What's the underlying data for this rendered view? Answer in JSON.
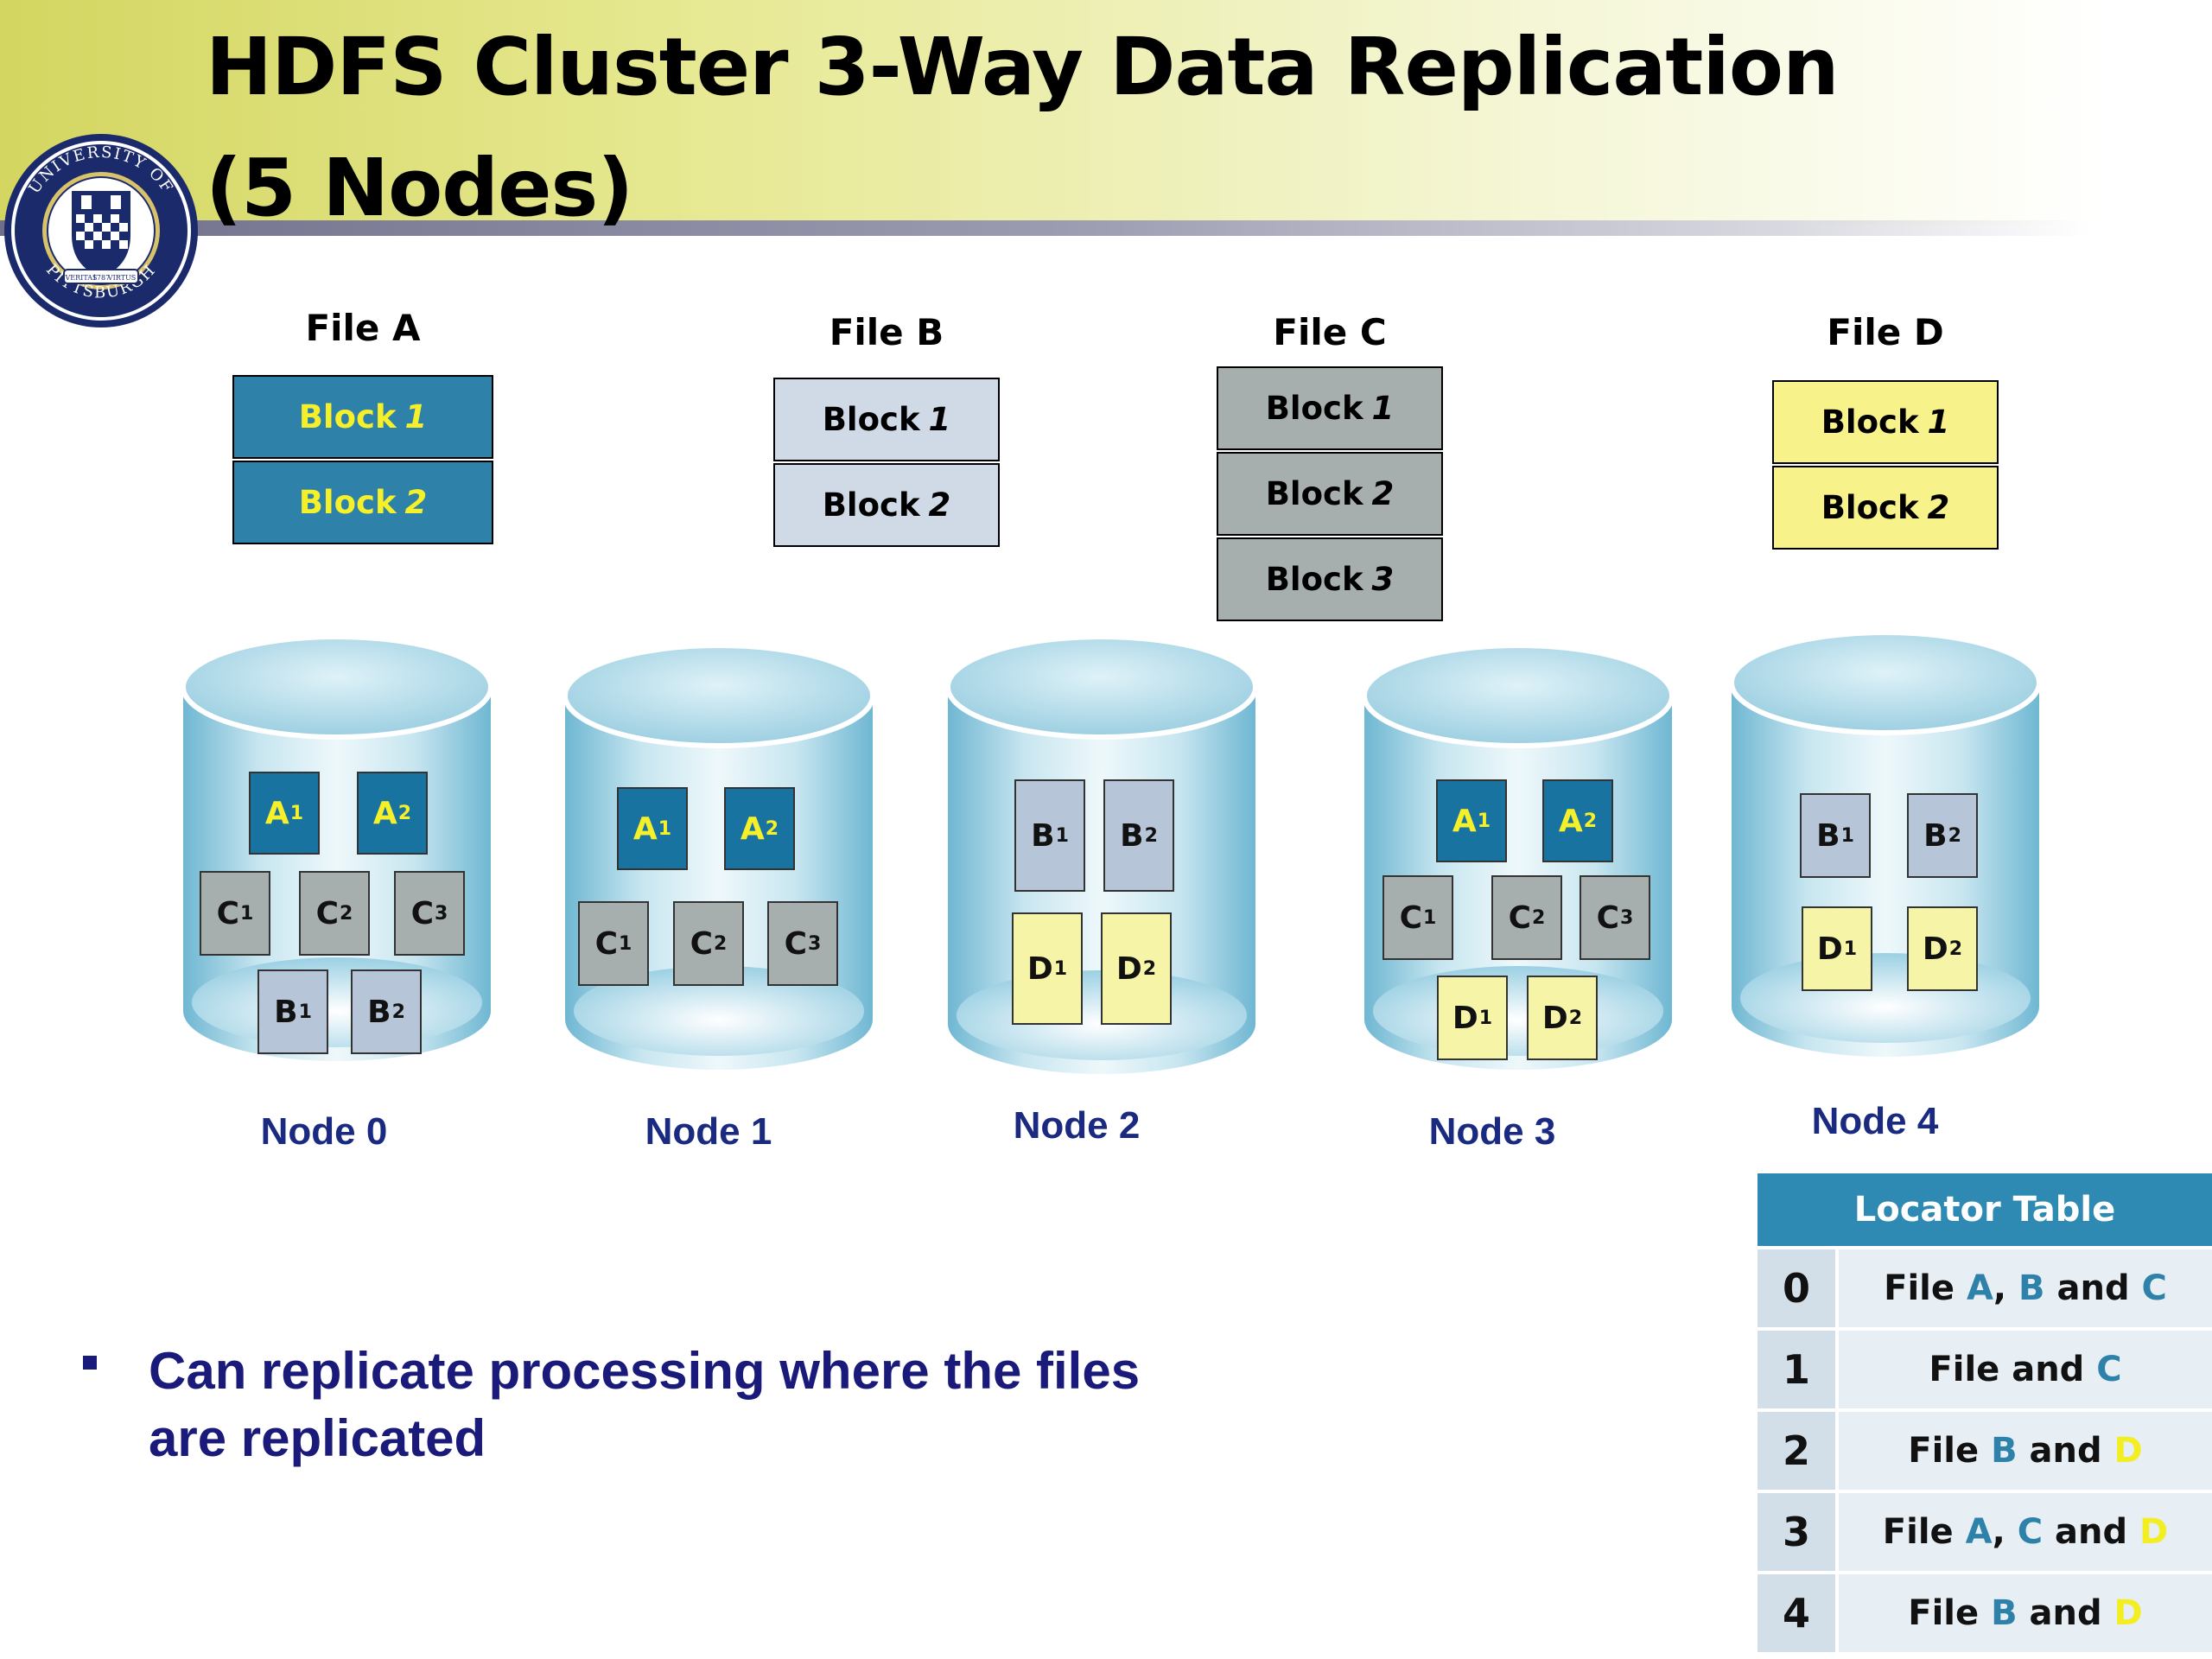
{
  "title": {
    "line1": "HDFS Cluster 3-Way Data Replication",
    "line2": "(5 Nodes)"
  },
  "logo": {
    "ring_text_top": "UNIVERSITY OF",
    "ring_text_bottom": "PITTSBURGH",
    "ribbon_left": "VERITAS",
    "ribbon_right": "VIRTUS",
    "year": "1787"
  },
  "colors": {
    "file_a": "#2e82aa",
    "file_b": "#cfdae6",
    "file_c": "#a7afae",
    "file_d": "#f7f28a",
    "node_label": "#1a2a80",
    "bullet_text": "#1a1a7a",
    "locator_header": "#2e8ab3"
  },
  "files": [
    {
      "name": "File A",
      "key": "A",
      "blocks": [
        {
          "word": "Block",
          "num": "1"
        },
        {
          "word": "Block",
          "num": "2"
        }
      ]
    },
    {
      "name": "File B",
      "key": "B",
      "blocks": [
        {
          "word": "Block",
          "num": "1"
        },
        {
          "word": "Block",
          "num": "2"
        }
      ]
    },
    {
      "name": "File C",
      "key": "C",
      "blocks": [
        {
          "word": "Block",
          "num": "1"
        },
        {
          "word": "Block",
          "num": "2"
        },
        {
          "word": "Block",
          "num": "3"
        }
      ]
    },
    {
      "name": "File D",
      "key": "D",
      "blocks": [
        {
          "word": "Block",
          "num": "1"
        },
        {
          "word": "Block",
          "num": "2"
        }
      ]
    }
  ],
  "nodes": [
    {
      "label": "Node 0",
      "chips": [
        {
          "letter": "A",
          "sub": "1"
        },
        {
          "letter": "A",
          "sub": "2"
        },
        {
          "letter": "C",
          "sub": "1"
        },
        {
          "letter": "C",
          "sub": "2"
        },
        {
          "letter": "C",
          "sub": "3"
        },
        {
          "letter": "B",
          "sub": "1"
        },
        {
          "letter": "B",
          "sub": "2"
        }
      ]
    },
    {
      "label": "Node 1",
      "chips": [
        {
          "letter": "A",
          "sub": "1"
        },
        {
          "letter": "A",
          "sub": "2"
        },
        {
          "letter": "C",
          "sub": "1"
        },
        {
          "letter": "C",
          "sub": "2"
        },
        {
          "letter": "C",
          "sub": "3"
        }
      ]
    },
    {
      "label": "Node 2",
      "chips": [
        {
          "letter": "B",
          "sub": "1"
        },
        {
          "letter": "B",
          "sub": "2"
        },
        {
          "letter": "D",
          "sub": "1"
        },
        {
          "letter": "D",
          "sub": "2"
        }
      ]
    },
    {
      "label": "Node 3",
      "chips": [
        {
          "letter": "A",
          "sub": "1"
        },
        {
          "letter": "A",
          "sub": "2"
        },
        {
          "letter": "C",
          "sub": "1"
        },
        {
          "letter": "C",
          "sub": "2"
        },
        {
          "letter": "C",
          "sub": "3"
        },
        {
          "letter": "D",
          "sub": "1"
        },
        {
          "letter": "D",
          "sub": "2"
        }
      ]
    },
    {
      "label": "Node 4",
      "chips": [
        {
          "letter": "B",
          "sub": "1"
        },
        {
          "letter": "B",
          "sub": "2"
        },
        {
          "letter": "D",
          "sub": "1"
        },
        {
          "letter": "D",
          "sub": "2"
        }
      ]
    }
  ],
  "bullet": {
    "text": "Can replicate processing where the files are replicated"
  },
  "locator_table": {
    "header": "Locator Table",
    "rows": [
      {
        "index": "0",
        "parts": [
          {
            "t": "File "
          },
          {
            "t": "A",
            "k": "A"
          },
          {
            "t": ", "
          },
          {
            "t": "B",
            "k": "B"
          },
          {
            "t": " and "
          },
          {
            "t": "C",
            "k": "C"
          }
        ]
      },
      {
        "index": "1",
        "parts": [
          {
            "t": "File and "
          },
          {
            "t": "C",
            "k": "C"
          }
        ]
      },
      {
        "index": "2",
        "parts": [
          {
            "t": "File "
          },
          {
            "t": "B",
            "k": "B"
          },
          {
            "t": " and "
          },
          {
            "t": "D",
            "k": "D"
          }
        ]
      },
      {
        "index": "3",
        "parts": [
          {
            "t": "File "
          },
          {
            "t": "A",
            "k": "A"
          },
          {
            "t": ", "
          },
          {
            "t": "C",
            "k": "C"
          },
          {
            "t": " and "
          },
          {
            "t": "D",
            "k": "D"
          }
        ]
      },
      {
        "index": "4",
        "parts": [
          {
            "t": "File "
          },
          {
            "t": "B",
            "k": "B"
          },
          {
            "t": " and "
          },
          {
            "t": "D",
            "k": "D"
          }
        ]
      }
    ]
  }
}
